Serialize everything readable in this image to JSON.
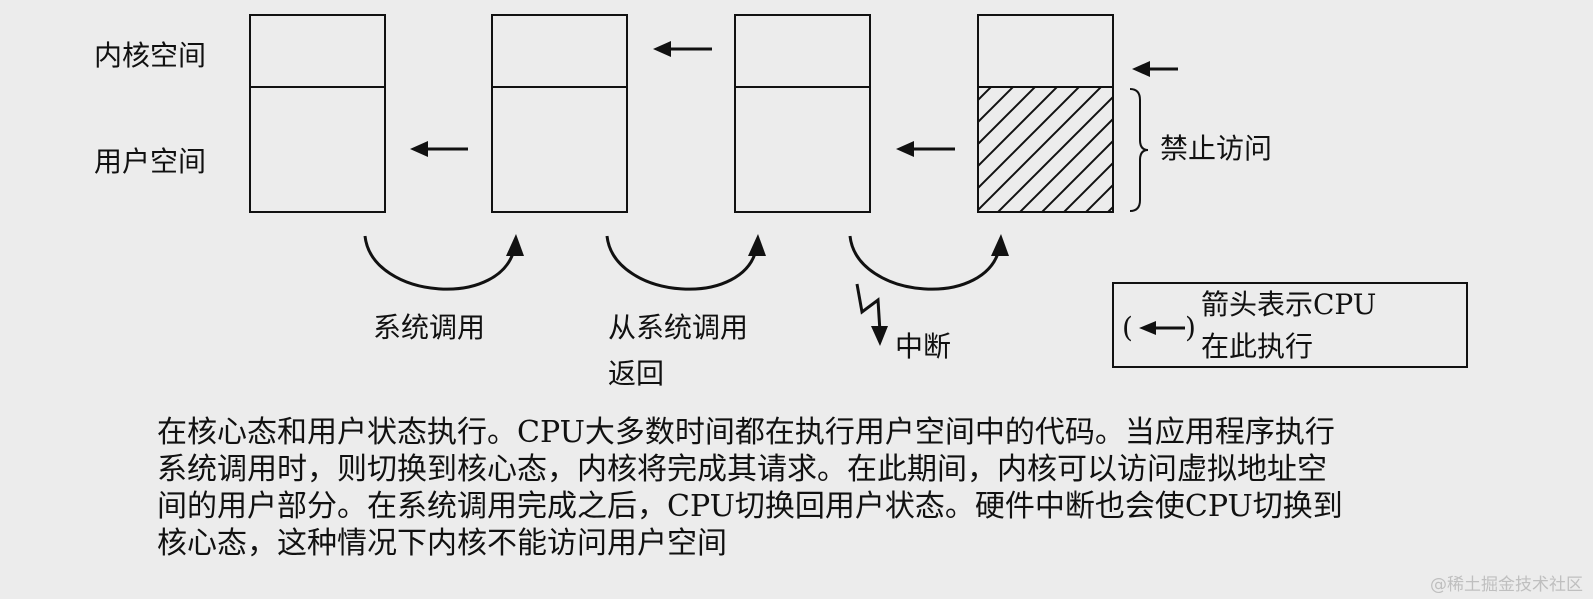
{
  "labels": {
    "kernel_space": "内核空间",
    "user_space": "用户空间",
    "forbidden_access": "禁止访问",
    "syscall": "系统调用",
    "syscall_return_line1": "从系统调用",
    "syscall_return_line2": "返回",
    "interrupt": "中断"
  },
  "legend": {
    "paren_open": "(",
    "paren_close": ")",
    "line1": "箭头表示CPU",
    "line2": "在此执行"
  },
  "paragraph": {
    "line1": "在核心态和用户状态执行。CPU大多数时间都在执行用户空间中的代码。当应用程序执行",
    "line2": "系统调用时，则切换到核心态，内核将完成其请求。在此期间，内核可以访问虚拟地址空",
    "line3": "间的用户部分。在系统调用完成之后，CPU切换回用户状态。硬件中断也会使CPU切换到",
    "line4": "核心态，这种情况下内核不能访问用户空间"
  },
  "watermark": "@稀土掘金技术社区"
}
